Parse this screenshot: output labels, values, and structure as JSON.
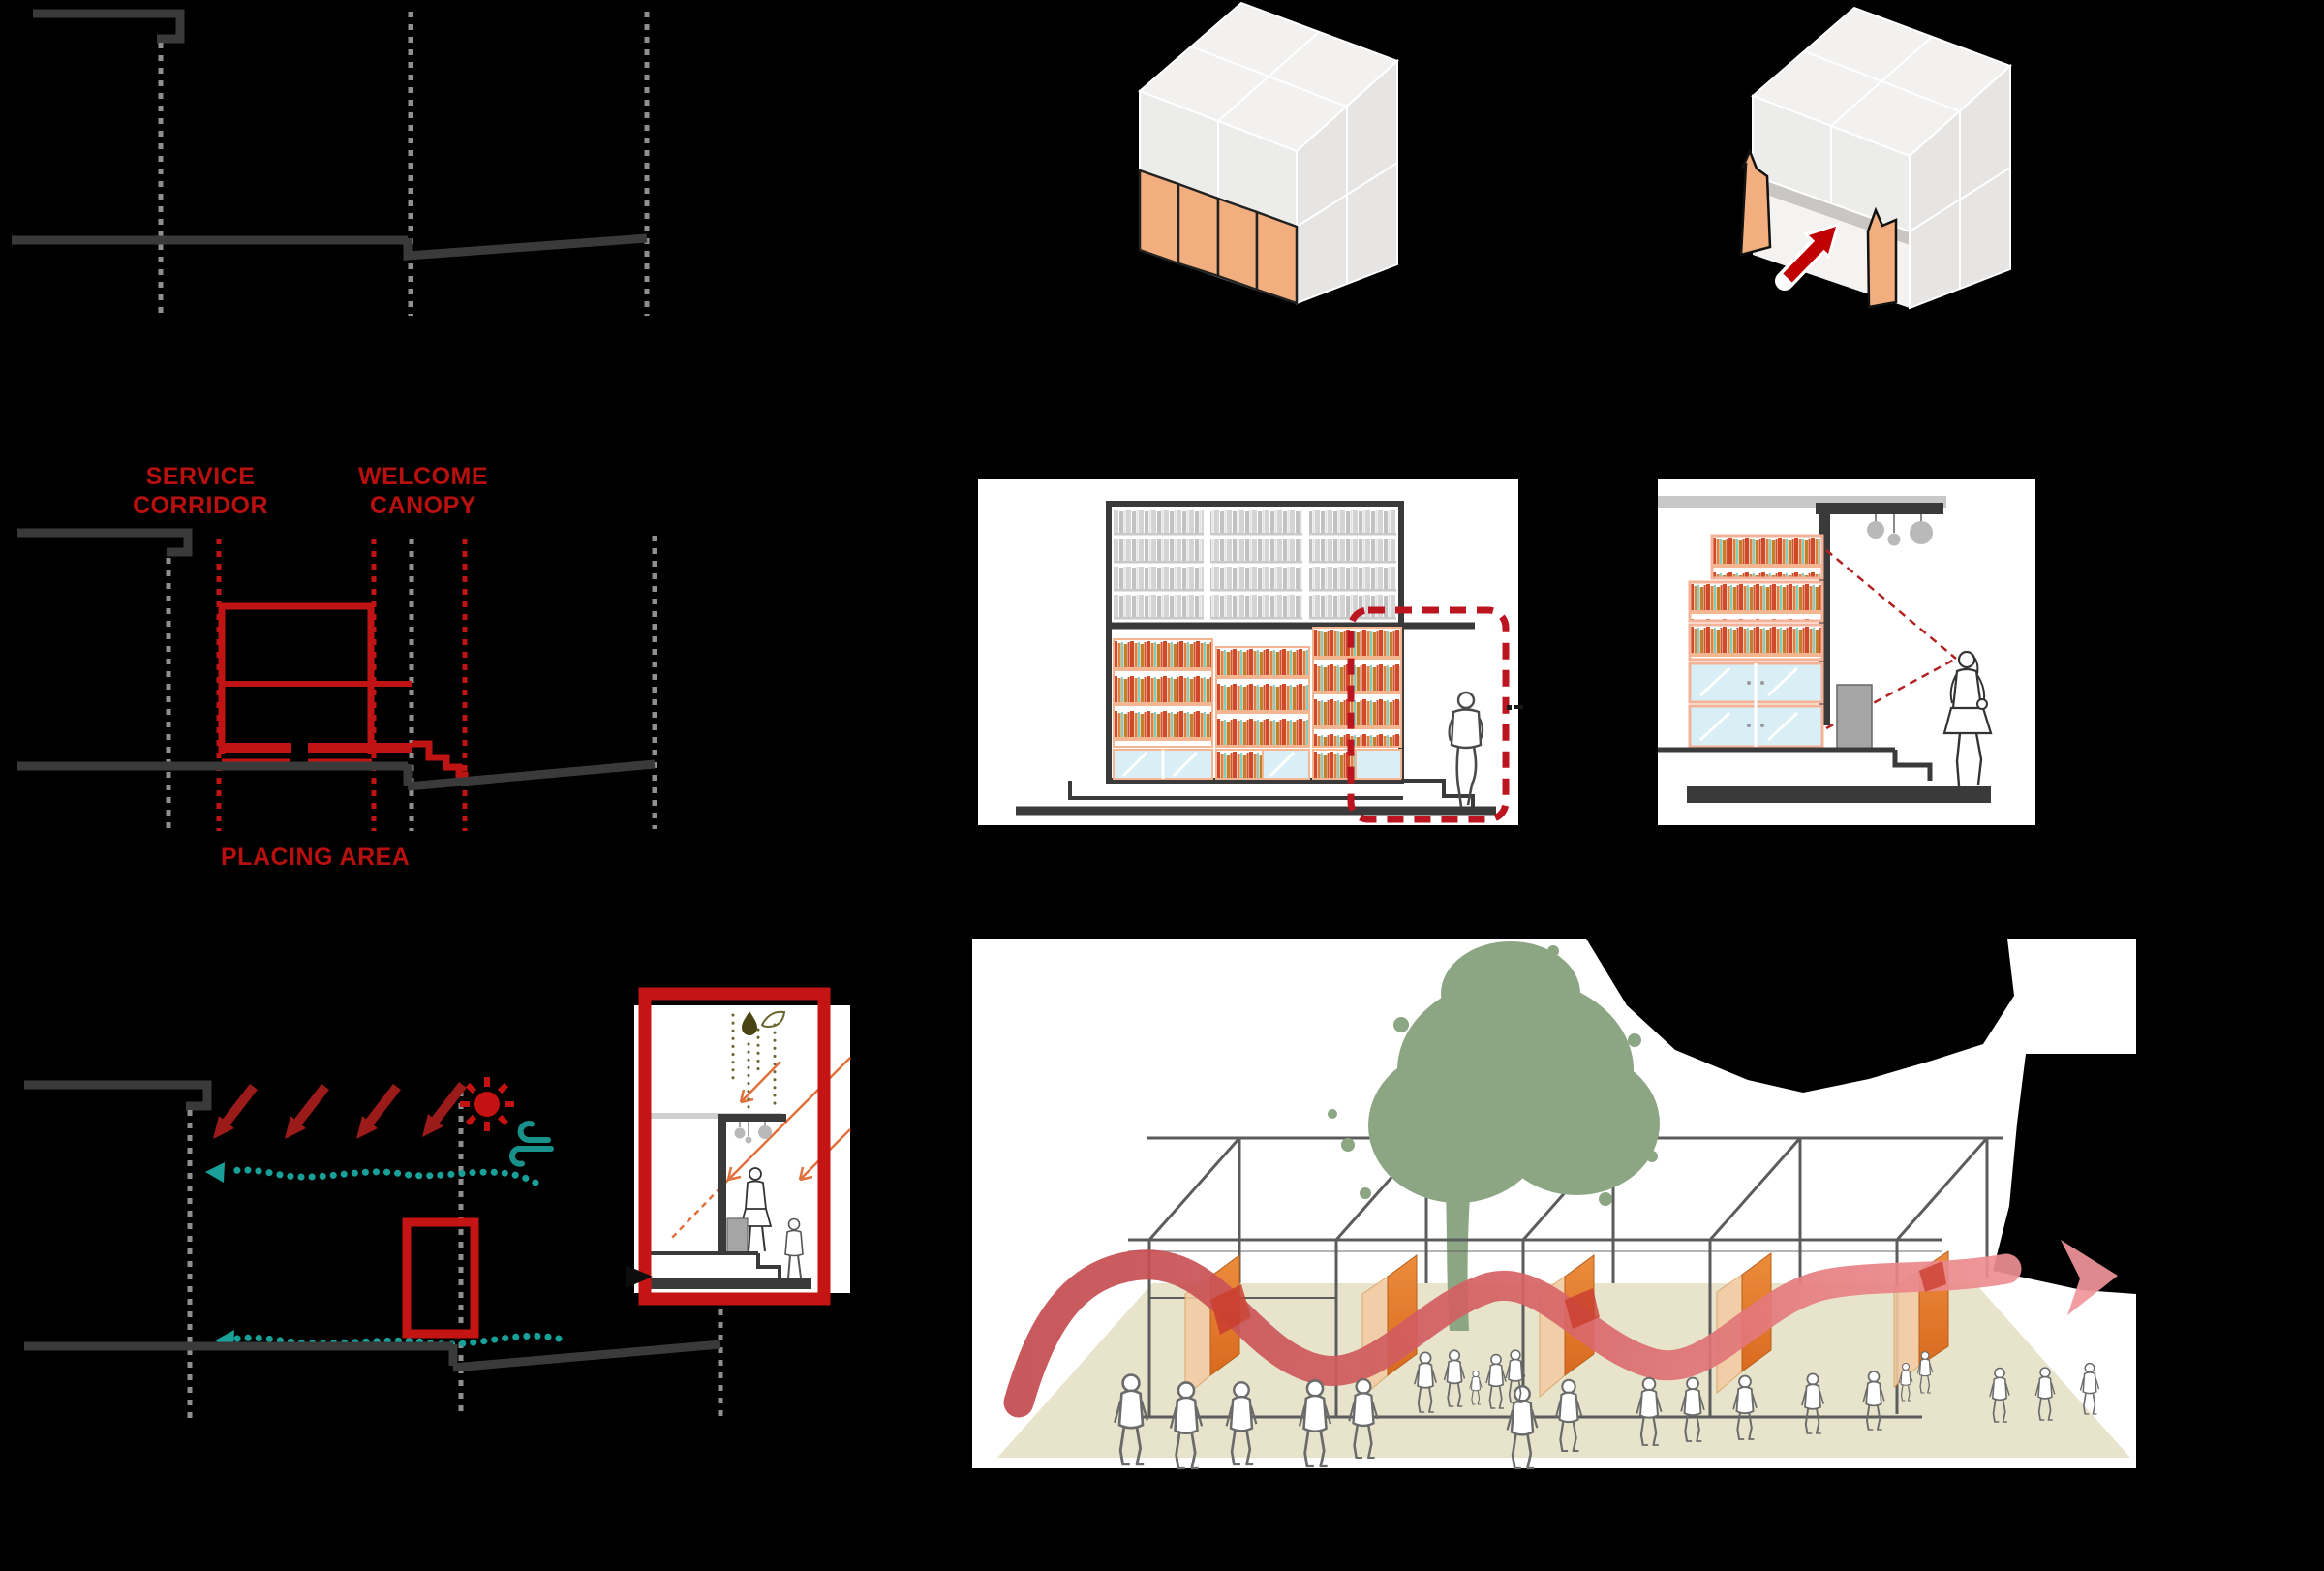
{
  "page": {
    "background": "#000000",
    "kind": "architecture-concept-diagram-board"
  },
  "labels": {
    "service_corridor": {
      "line1": "SERVICE",
      "line2": "CORRIDOR"
    },
    "welcome_canopy": {
      "line1": "WELCOME",
      "line2": "CANOPY"
    },
    "placing_area": "PLACING AREA"
  },
  "colors": {
    "annotation_red": "#b80f0f",
    "line_red": "#c01414",
    "dark_red_arrow": "#9b1a1a",
    "sun_red": "#c41111",
    "teal": "#18a099",
    "section_gray": "#3a3a3a",
    "dashed_gray": "#8f8f8f",
    "cube_orange": "#f2ae7e",
    "door_orange": "#e2772a",
    "ribbon_red": "#c5494d",
    "ribbon_pink": "#f0979b",
    "tree_green": "#8ca583",
    "ground_beige": "#e8e4cb"
  },
  "icons": [
    "sun-icon",
    "wind-icon",
    "water-drop-icon",
    "leaf-icon",
    "open-door-arrow-icon",
    "flow-arrow-icon",
    "wind-flow-arrow-icon",
    "sun-ray-arrow-icon",
    "view-cone-lines",
    "zoom-leader-arrow-icon"
  ]
}
